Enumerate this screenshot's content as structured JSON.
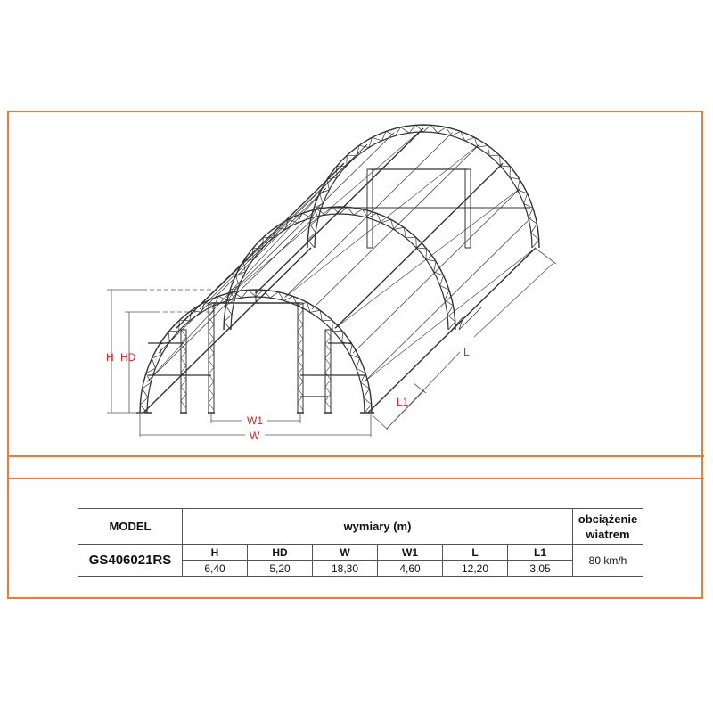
{
  "drawing": {
    "labels": {
      "H": "H",
      "HD": "HD",
      "W": "W",
      "W1": "W1",
      "L": "L",
      "L1": "L1"
    },
    "label_color": "#e02020",
    "frame_color": "#ed7d31"
  },
  "table": {
    "model_header": "MODEL",
    "dims_header": "wymiary (m)",
    "wind_header": "obciążenie wiatrem",
    "model": "GS406021RS",
    "columns": [
      "H",
      "HD",
      "W",
      "W1",
      "L",
      "L1"
    ],
    "values": [
      "6,40",
      "5,20",
      "18,30",
      "4,60",
      "12,20",
      "3,05"
    ],
    "wind": "80 km/h"
  }
}
